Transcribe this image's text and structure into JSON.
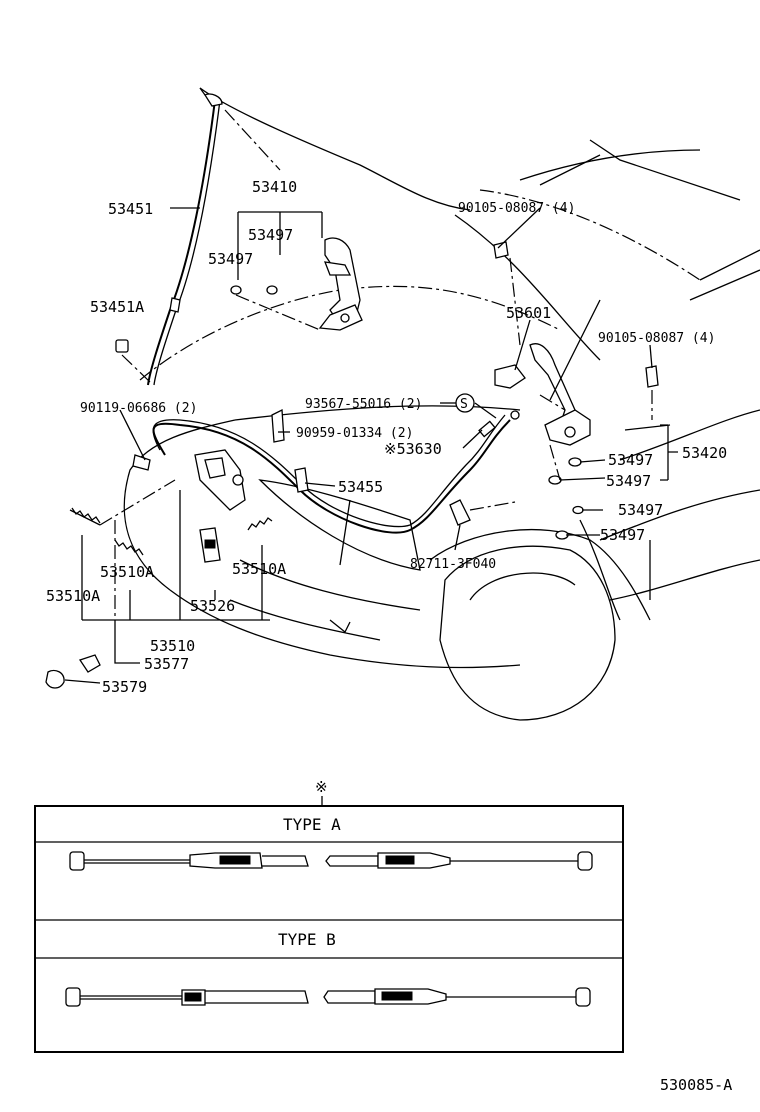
{
  "labels": {
    "p53451": "53451",
    "p53410": "53410",
    "p53497_a": "53497",
    "p53497_b": "53497",
    "p53451A": "53451A",
    "p90119": "90119-06686 (2)",
    "p90105_top": "90105-08087 (4)",
    "p53601": "53601",
    "p90105_right": "90105-08087 (4)",
    "p93567": "93567-55016 (2)",
    "s_mark": "S",
    "p90959": "90959-01334 (2)",
    "p53630": "※53630",
    "p53497_c": "53497",
    "p53420": "53420",
    "p53497_d": "53497",
    "p53455": "53455",
    "p53497_e": "53497",
    "p53497_f": "53497",
    "p82711": "82711-3F040",
    "p53510A_left": "53510A",
    "p53510A_mid": "53510A",
    "p53510A_right": "53510A",
    "p53526": "53526",
    "p53510": "53510",
    "p53577": "53577",
    "p53579": "53579"
  },
  "legend": {
    "mark": "※",
    "type_a": "TYPE  A",
    "type_b": "TYPE  B"
  },
  "footer": {
    "code": "530085-A"
  }
}
